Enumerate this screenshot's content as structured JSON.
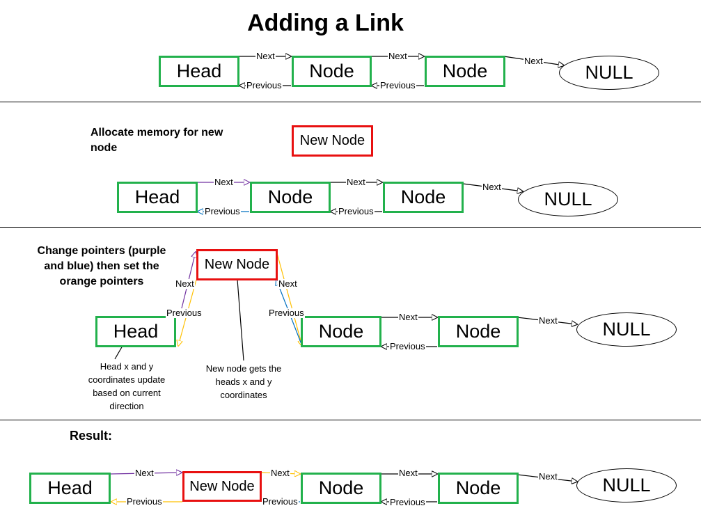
{
  "title": "Adding a Link",
  "labels": {
    "head": "Head",
    "node": "Node",
    "new_node": "New Node",
    "null": "NULL",
    "next": "Next",
    "previous": "Previous"
  },
  "steps": {
    "step2_caption": "Allocate memory for new node",
    "step3_caption": "Change pointers (purple and blue) then set the orange pointers",
    "step3_head_note": "Head x and y coordinates update based on current direction",
    "step3_newnode_note": "New node gets the heads x and y coordinates",
    "step4_caption": "Result:"
  },
  "colors": {
    "node_border": "#22b14c",
    "new_node_border": "#e81010",
    "pointer_purple": "#7030a0",
    "pointer_blue": "#0070c0",
    "pointer_orange": "#ffc000",
    "pointer_default": "#000000"
  }
}
